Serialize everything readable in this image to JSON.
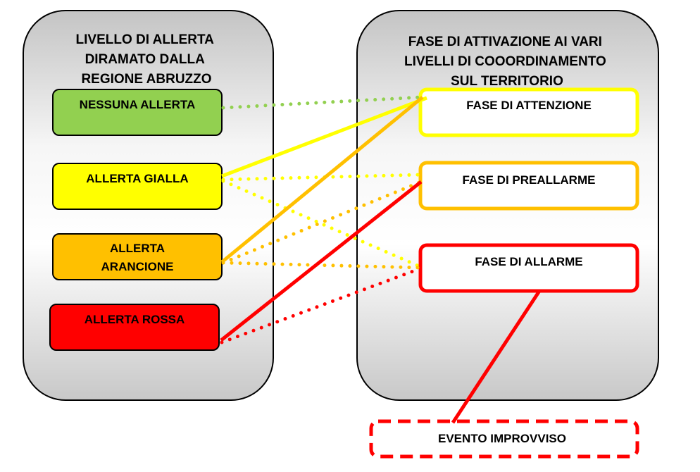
{
  "left_panel": {
    "title_lines": [
      "LIVELLO DI ALLERTA",
      "DIRAMATO DALLA",
      "REGIONE ABRUZZO"
    ],
    "levels": [
      {
        "lines": [
          "NESSUNA ALLERTA"
        ],
        "color": "#92d050"
      },
      {
        "lines": [
          "ALLERTA GIALLA"
        ],
        "color": "#ffff00"
      },
      {
        "lines": [
          "ALLERTA",
          "ARANCIONE"
        ],
        "color": "#ffc000"
      },
      {
        "lines": [
          "ALLERTA ROSSA"
        ],
        "color": "#ff0000"
      }
    ]
  },
  "right_panel": {
    "title_lines": [
      "FASE DI ATTIVAZIONE AI VARI",
      "LIVELLI DI COOORDINAMENTO",
      "SUL TERRITORIO"
    ],
    "phases": [
      {
        "label": "FASE DI ATTENZIONE",
        "color": "#ffff00"
      },
      {
        "label": "FASE DI PREALLARME",
        "color": "#ffc000"
      },
      {
        "label": "FASE DI ALLARME",
        "color": "#ff0000"
      }
    ]
  },
  "sudden_event": {
    "label": "EVENTO IMPROVVISO",
    "color": "#ff0000"
  }
}
